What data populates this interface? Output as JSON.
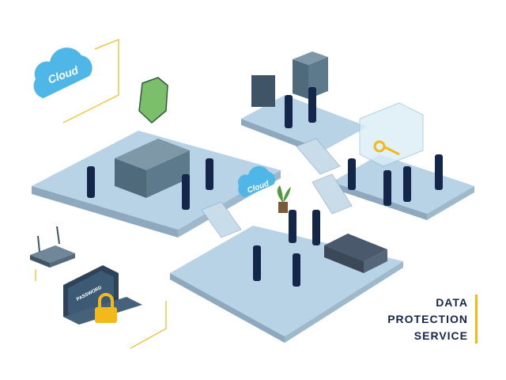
{
  "scene": {
    "cloud_label_1": "Cloud",
    "cloud_label_2": "Cloud",
    "laptop_screen_text": "PASSWORD",
    "colors": {
      "floor": "#b9d3e6",
      "floor_edge": "#8ea8bd",
      "cloud": "#4fb6e8",
      "accent": "#f3b81b",
      "navy": "#14274b",
      "server": "#5d7a8c",
      "shield": "#7bbf6a"
    },
    "icons": [
      "cloud-icon",
      "shield-icon",
      "server-rack-icon",
      "router-icon",
      "laptop-icon",
      "padlock-icon",
      "key-icon",
      "sofa-icon",
      "plant-icon"
    ]
  },
  "caption": {
    "line1": "DATA",
    "line2": "PROTECTION",
    "line3": "SERVICE"
  }
}
